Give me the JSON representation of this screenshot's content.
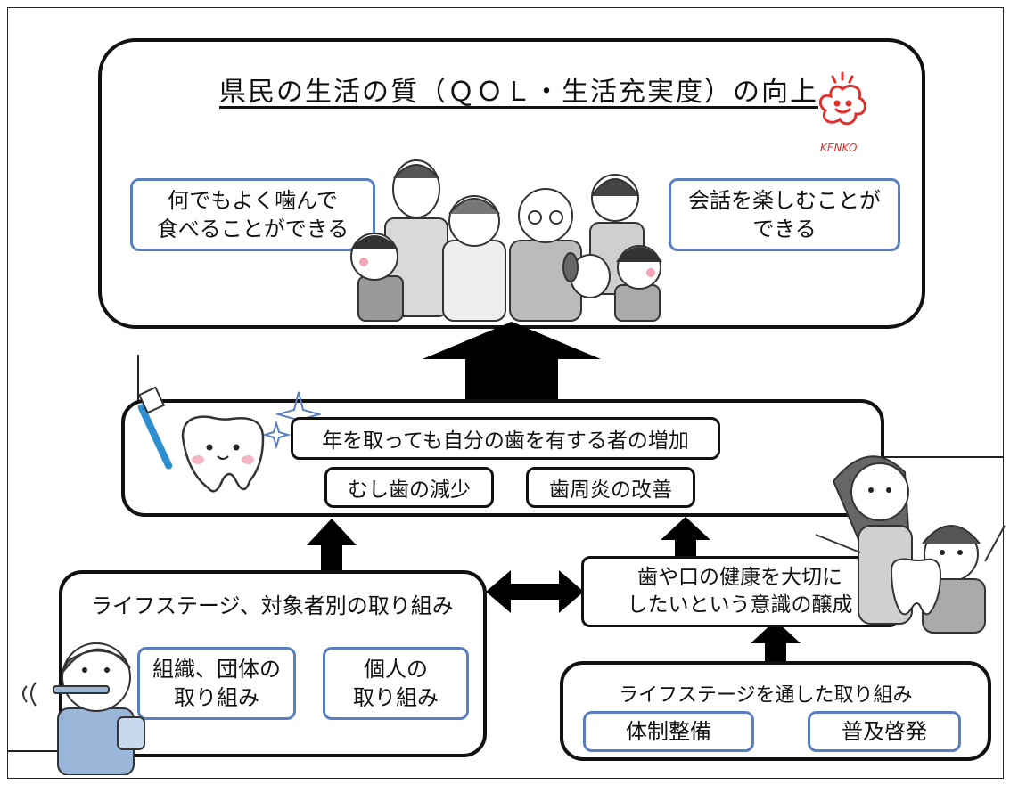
{
  "goal": {
    "title": "県民の生活の質（ＱＯＬ・生活充実度）の向上",
    "left_bubble": "何でもよく噛んで\n食べることができる",
    "right_bubble": "会話を楽しむことが\nできる",
    "logo_text": "KENKO"
  },
  "middle": {
    "main": "年を取っても自分の歯を有する者の増加",
    "item1": "むし歯の減少",
    "item2": "歯周炎の改善"
  },
  "left_group": {
    "title": "ライフステージ、対象者別の取り組み",
    "item1": "組織、団体の\n取り組み",
    "item2": "個人の\n取り組み"
  },
  "awareness": {
    "text": "歯や口の健康を大切に\nしたいという意識の醸成"
  },
  "right_group": {
    "title": "ライフステージを通した取り組み",
    "item1": "体制整備",
    "item2": "普及啓発"
  }
}
